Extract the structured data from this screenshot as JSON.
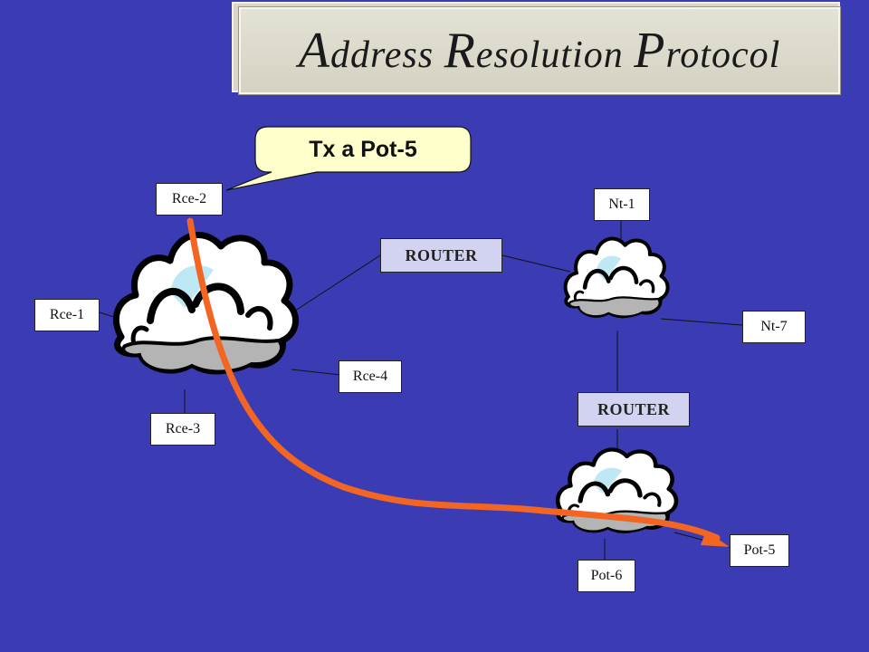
{
  "title": {
    "a": "A",
    "a_rest": "ddress ",
    "r": "R",
    "r_rest": "esolution ",
    "p": "P",
    "p_rest": "rotocol"
  },
  "callout": "Tx a Pot-5",
  "nodes": {
    "rce2": "Rce-2",
    "rce1": "Rce-1",
    "rce3": "Rce-3",
    "rce4": "Rce-4",
    "nt1": "Nt-1",
    "nt7": "Nt-7",
    "pot5": "Pot-5",
    "pot6": "Pot-6"
  },
  "routers": {
    "router1": "ROUTER",
    "router2": "ROUTER"
  },
  "colors": {
    "background": "#3b3bb3",
    "path": "#f26522",
    "router_fill": "#d2d3f0",
    "callout_fill": "#ffffcc"
  }
}
